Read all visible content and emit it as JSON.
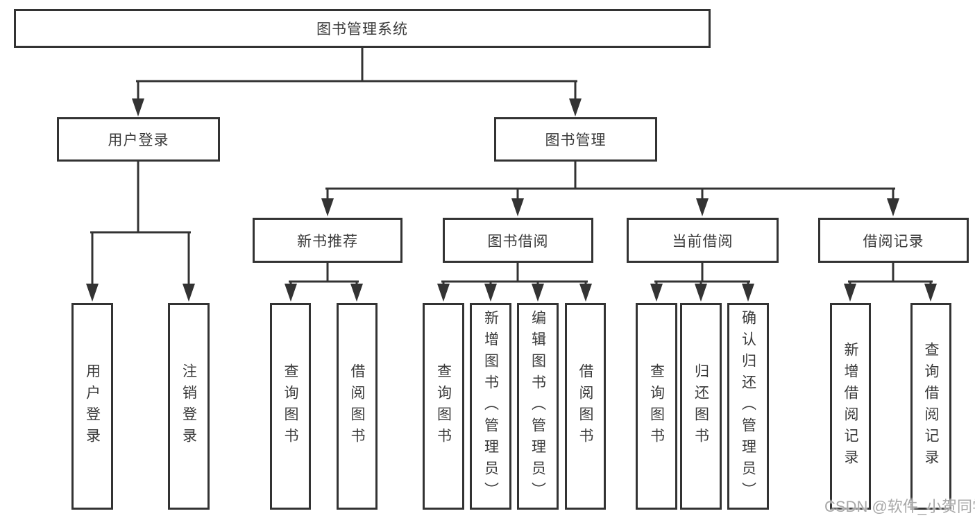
{
  "tree": {
    "root": {
      "label": "图书管理系统"
    },
    "children": [
      {
        "label": "用户登录",
        "children": [
          {
            "label": "用户登录"
          },
          {
            "label": "注销登录"
          }
        ]
      },
      {
        "label": "图书管理",
        "children": [
          {
            "label": "新书推荐",
            "children": [
              {
                "label": "查询图书"
              },
              {
                "label": "借阅图书"
              }
            ]
          },
          {
            "label": "图书借阅",
            "children": [
              {
                "label": "查询图书"
              },
              {
                "label": "新增图书（管理员）"
              },
              {
                "label": "编辑图书（管理员）"
              },
              {
                "label": "借阅图书"
              }
            ]
          },
          {
            "label": "当前借阅",
            "children": [
              {
                "label": "查询图书"
              },
              {
                "label": "归还图书"
              },
              {
                "label": "确认归还（管理员）"
              }
            ]
          },
          {
            "label": "借阅记录",
            "children": [
              {
                "label": "新增借阅记录"
              },
              {
                "label": "查询借阅记录"
              }
            ]
          }
        ]
      }
    ]
  },
  "watermark": {
    "text": "CSDN @软件_小贺同学"
  },
  "colors": {
    "line": "#333333",
    "text": "#3a3a3a",
    "watermark": "#a8a8a8",
    "background": "#ffffff"
  }
}
